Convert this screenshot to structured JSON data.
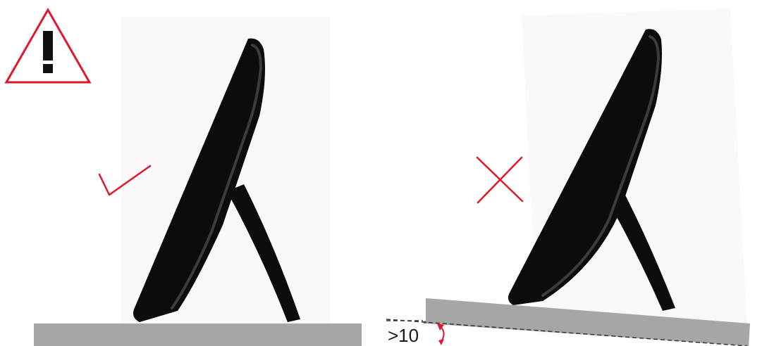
{
  "warning": {
    "icon": "warning-triangle-icon",
    "symbol": "!",
    "color": "#e0182d"
  },
  "correct_panel": {
    "mark_icon": "check-mark-icon",
    "mark_color": "#e0182d",
    "surface": "level"
  },
  "incorrect_panel": {
    "mark_icon": "cross-mark-icon",
    "mark_color": "#e0182d",
    "surface": "tilted",
    "tilt_label": ">10",
    "tilt_unit": "°"
  },
  "colors": {
    "monitor_body": "#0c0c0c",
    "monitor_highlight": "#3a3a3a",
    "surface": "#a6a6a6",
    "background_panel": "#fbf8f9",
    "accent": "#e0182d"
  }
}
